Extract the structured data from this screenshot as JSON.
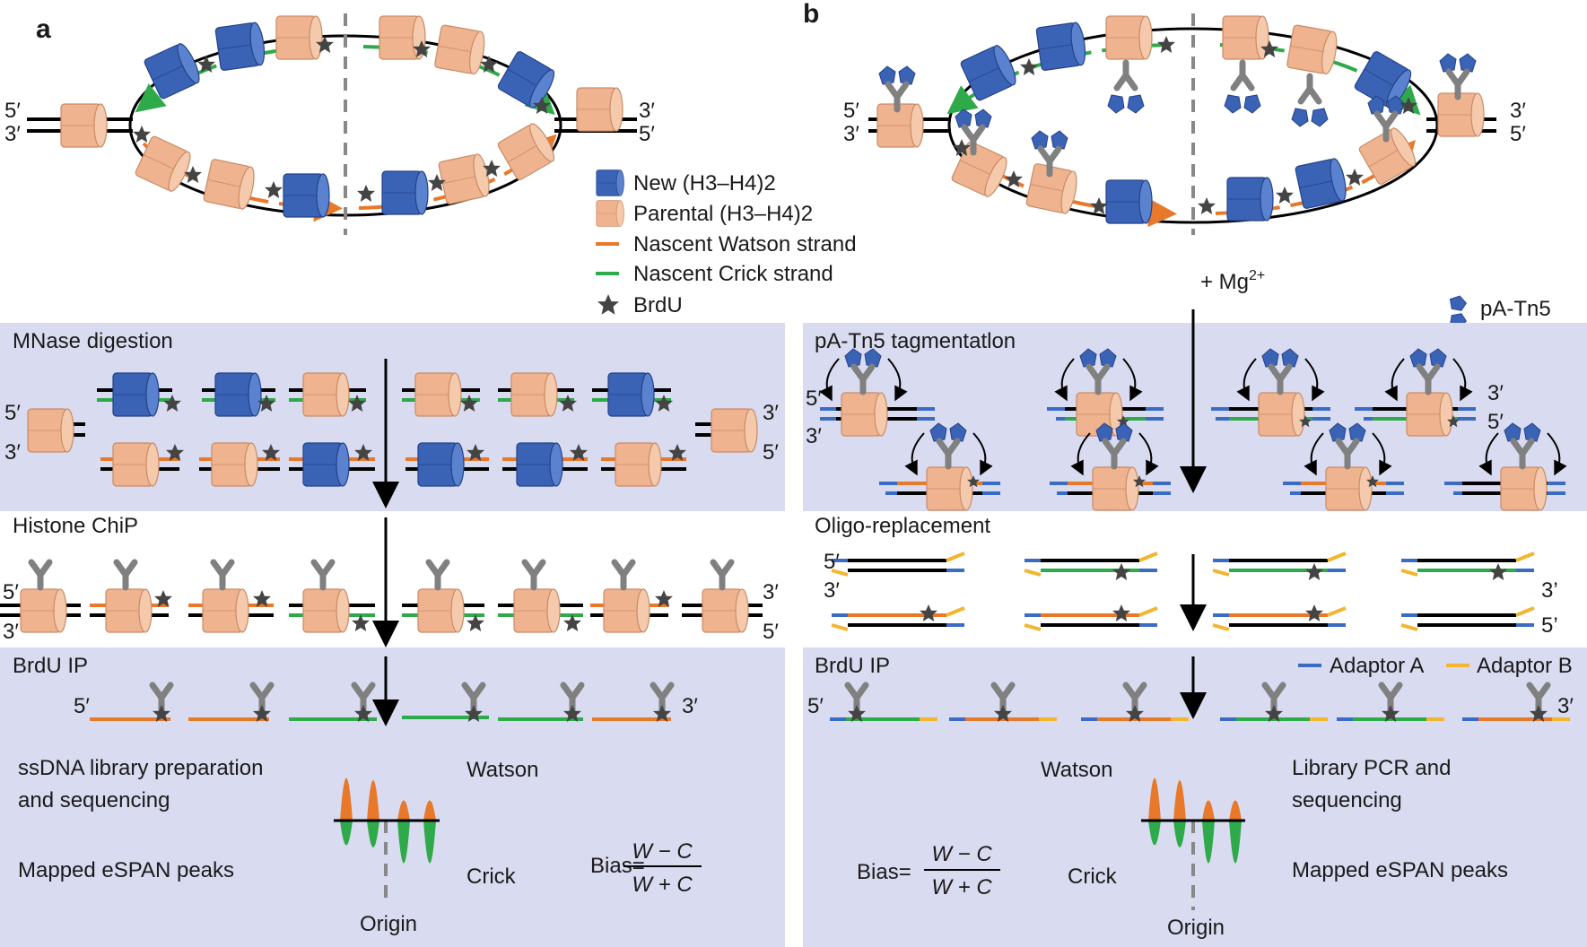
{
  "panel_a": {
    "letter": "a",
    "ends": {
      "left_top": "5′",
      "left_bottom": "3′",
      "right_top": "3′",
      "right_bottom": "5′"
    },
    "mnase": {
      "title": "MNase digestion",
      "left_top": "5′",
      "left_bottom": "3′",
      "right_top": "3′",
      "right_bottom": "5′"
    },
    "chip": {
      "title": "Histone ChiP",
      "left_top": "5′",
      "left_bottom": "3′",
      "right_top": "3′",
      "right_bottom": "5′"
    },
    "brdu": {
      "title": "BrdU IP",
      "left_end": "5′",
      "right_end": "3′",
      "library": "ssDNA library preparation",
      "library2": "and sequencing",
      "peaks": "Mapped eSPAN peaks",
      "watson": "Watson",
      "crick": "Crick",
      "bias": "Bias=",
      "num": "W − C",
      "den": "W + C",
      "origin": "Origin"
    }
  },
  "legend": {
    "new": "New (H3–H4)2",
    "parental": "Parental (H3–H4)2",
    "watson": "Nascent Watson strand",
    "crick": "Nascent Crick strand",
    "brdu": "BrdU"
  },
  "panel_b": {
    "letter": "b",
    "ends": {
      "left_top": "5′",
      "left_bottom": "3′",
      "right_top": "3′",
      "right_bottom": "5′"
    },
    "mg": "+ Mg",
    "mg_sup": "2+",
    "patn5_legend": "pA-Tn5",
    "tag": {
      "title": "pA-Tn5 tagmentatlon",
      "left_top": "5′",
      "left_bottom": "3′",
      "right_top": "3′",
      "right_bottom": "5′"
    },
    "oligo": {
      "title": "Oligo-replacement",
      "left_top": "5′",
      "left_bottom": "3′",
      "right_top": "3’",
      "right_bottom": "5’"
    },
    "brdu": {
      "title": "BrdU IP",
      "adaptor_a": "Adaptor A",
      "adaptor_b": "Adaptor B",
      "left_end": "5′",
      "right_end": "3′",
      "watson": "Watson",
      "crick": "Crick",
      "library": "Library PCR and",
      "library2": "sequencing",
      "peaks": "Mapped eSPAN peaks",
      "bias": "Bias=",
      "num": "W − C",
      "den": "W + C",
      "origin": "Origin"
    }
  },
  "colors": {
    "new_histone": "#3b63b5",
    "parental_histone": "#efb48f",
    "watson": "#e8782a",
    "crick": "#2eaa4a",
    "adaptor_a": "#3a6cc4",
    "adaptor_b": "#f2b630",
    "panel_bg": "#d9dbf0",
    "antibody": "#808080"
  }
}
